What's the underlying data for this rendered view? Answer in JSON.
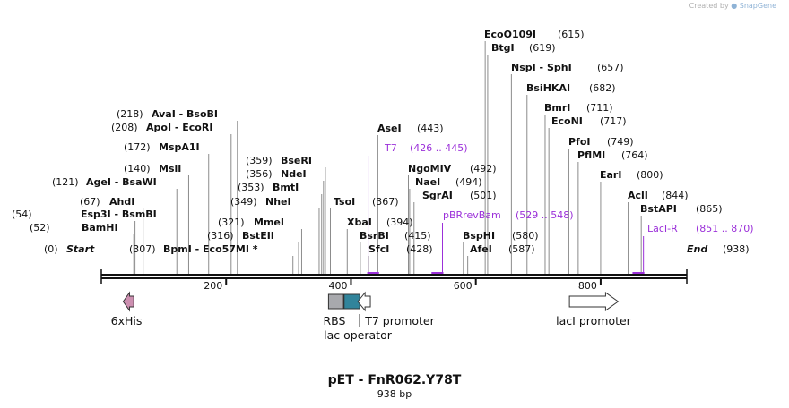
{
  "credit": {
    "prefix": "Created by",
    "brand": "SnapGene"
  },
  "title": "pET - FnR062.Y78T",
  "length_label": "938 bp",
  "ticks": [
    {
      "pos": 200,
      "label": "200"
    },
    {
      "pos": 400,
      "label": "400"
    },
    {
      "pos": 600,
      "label": "600"
    },
    {
      "pos": 800,
      "label": "800"
    }
  ],
  "sites": [
    {
      "pos": 0,
      "pre": "(0)",
      "name": "Start",
      "italic": true
    },
    {
      "pos": 52,
      "pre": "(52)",
      "name": "BamHI"
    },
    {
      "pos": 54,
      "pre": "(54)",
      "name": "Esp3I  -  BsmBI"
    },
    {
      "pos": 67,
      "pre": "(67)",
      "name": "AhdI"
    },
    {
      "pos": 121,
      "pre": "(121)",
      "name": "AgeI  -  BsaWI"
    },
    {
      "pos": 140,
      "pre": "(140)",
      "name": "MslI"
    },
    {
      "pos": 172,
      "pre": "(172)",
      "name": "MspA1I"
    },
    {
      "pos": 208,
      "pre": "(208)",
      "name": "ApoI  -  EcoRI"
    },
    {
      "pos": 218,
      "pre": "(218)",
      "name": "AvaI  -  BsoBI"
    },
    {
      "pos": 307,
      "pre": "(307)",
      "name": "BpmI  -  Eco57MI *"
    },
    {
      "pos": 316,
      "pre": "(316)",
      "name": "BstEII"
    },
    {
      "pos": 321,
      "pre": "(321)",
      "name": "MmeI"
    },
    {
      "pos": 349,
      "pre": "(349)",
      "name": "NheI"
    },
    {
      "pos": 353,
      "pre": "(353)",
      "name": "BmtI"
    },
    {
      "pos": 356,
      "pre": "(356)",
      "name": "NdeI"
    },
    {
      "pos": 359,
      "pre": "(359)",
      "name": "BseRI"
    },
    {
      "pos": 367,
      "post": "(367)",
      "name": "TsoI"
    },
    {
      "pos": 394,
      "post": "(394)",
      "name": "XbaI"
    },
    {
      "pos": 415,
      "post": "(415)",
      "name": "BsrBI"
    },
    {
      "pos": 428,
      "post": "(428)",
      "name": "SfcI"
    },
    {
      "pos": 443,
      "post": "(443)",
      "name": "AseI"
    },
    {
      "pos": 492,
      "post": "(492)",
      "name": "NgoMIV"
    },
    {
      "pos": 494,
      "post": "(494)",
      "name": "NaeI"
    },
    {
      "pos": 501,
      "post": "(501)",
      "name": "SgrAI"
    },
    {
      "pos": 580,
      "post": "(580)",
      "name": "BspHI"
    },
    {
      "pos": 587,
      "post": "(587)",
      "name": "AfeI"
    },
    {
      "pos": 615,
      "post": "(615)",
      "name": "EcoO109I"
    },
    {
      "pos": 619,
      "post": "(619)",
      "name": "BtgI"
    },
    {
      "pos": 657,
      "post": "(657)",
      "name": "NspI  -  SphI"
    },
    {
      "pos": 682,
      "post": "(682)",
      "name": "BsiHKAI"
    },
    {
      "pos": 711,
      "post": "(711)",
      "name": "BmrI"
    },
    {
      "pos": 717,
      "post": "(717)",
      "name": "EcoNI"
    },
    {
      "pos": 749,
      "post": "(749)",
      "name": "PfoI"
    },
    {
      "pos": 764,
      "post": "(764)",
      "name": "PflMI"
    },
    {
      "pos": 800,
      "post": "(800)",
      "name": "EarI"
    },
    {
      "pos": 844,
      "post": "(844)",
      "name": "AclI"
    },
    {
      "pos": 865,
      "post": "(865)",
      "name": "BstAPI"
    },
    {
      "pos": 938,
      "post": "(938)",
      "name": "End",
      "italic": true
    }
  ],
  "primers": [
    {
      "name": "T7",
      "range": "(426 .. 445)",
      "start": 426,
      "end": 445
    },
    {
      "name": "pBRrevBam",
      "range": "(529 .. 548)",
      "start": 529,
      "end": 548
    },
    {
      "name": "LacI-R",
      "range": "(851 .. 870)",
      "start": 851,
      "end": 870
    }
  ],
  "features": [
    {
      "name": "6xHis",
      "start": 35,
      "end": 52,
      "color": "#cc8fb0",
      "shape": "arrow-left"
    },
    {
      "name": "RBS",
      "start": 364,
      "end": 388,
      "color": "#a8a9ad",
      "shape": "box"
    },
    {
      "name": "lac operator",
      "start": 389,
      "end": 414,
      "color": "#31849b",
      "shape": "box"
    },
    {
      "name": "T7 promoter",
      "start": 411,
      "end": 431,
      "color": "#ffffff",
      "shape": "arrow-left"
    },
    {
      "name": "lacI promoter",
      "start": 750,
      "end": 828,
      "color": "#ffffff",
      "shape": "arrow-right"
    }
  ],
  "colors": {
    "primer": "#9b30d9",
    "backbone": "#111111",
    "text": "#111111"
  }
}
